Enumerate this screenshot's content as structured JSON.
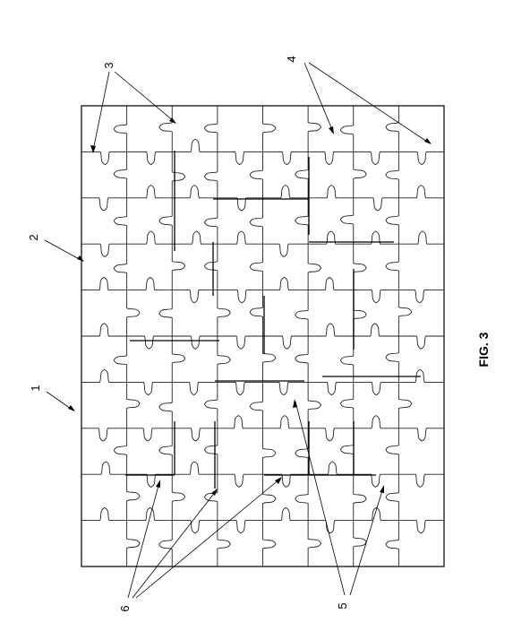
{
  "figure": {
    "caption": "FIG. 3",
    "reference_numerals": [
      "1",
      "2",
      "3",
      "4",
      "5",
      "6"
    ]
  },
  "puzzle": {
    "columns": 8,
    "rows": 10,
    "has_bold_cut_lines": true
  }
}
